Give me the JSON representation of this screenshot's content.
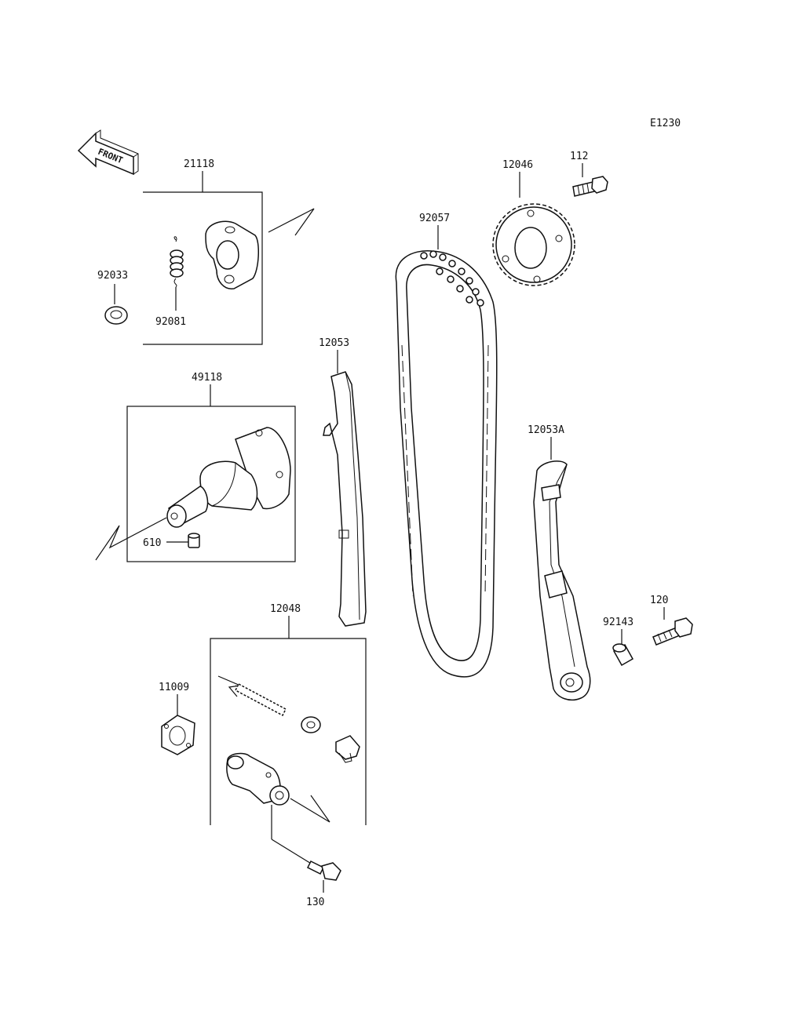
{
  "diagram_code": "E1230",
  "front_label": "FRONT",
  "parts": {
    "p21118": "21118",
    "p92033": "92033",
    "p92081": "92081",
    "p49118": "49118",
    "p610": "610",
    "p12053": "12053",
    "p92057": "92057",
    "p12046": "12046",
    "p112": "112",
    "p12053A": "12053A",
    "p120": "120",
    "p92143": "92143",
    "p12048": "12048",
    "p11009": "11009",
    "p130": "130"
  }
}
